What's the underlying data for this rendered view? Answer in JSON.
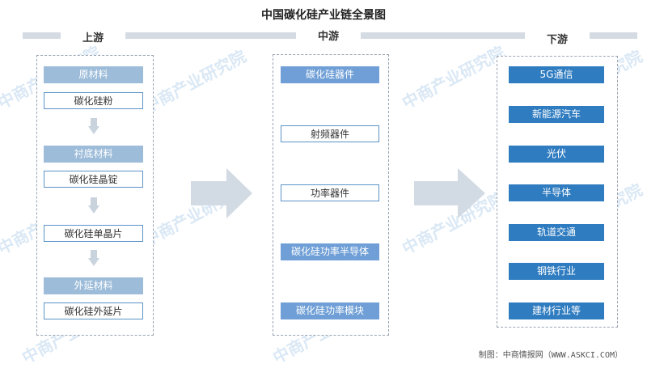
{
  "title": "中国碳化硅产业链全景图",
  "upstream": {
    "label": "上游",
    "items": [
      "原材料",
      "碳化硅粉",
      "衬底材料",
      "碳化硅晶锭",
      "碳化硅单晶片",
      "外延材料",
      "碳化硅外延片"
    ]
  },
  "midstream": {
    "label": "中游",
    "items": [
      "碳化硅器件",
      "射频器件",
      "功率器件",
      "碳化硅功率半导体",
      "碳化硅功率模块"
    ]
  },
  "downstream": {
    "label": "下游",
    "items": [
      "5G通信",
      "新能源汽车",
      "光伏",
      "半导体",
      "轨道交通",
      "钢铁行业",
      "建材行业等"
    ]
  },
  "footer": "制图：中商情报网（WWW.ASKCI.COM）",
  "watermark": "中商产业研究院",
  "colors": {
    "light": "#9cbcd9",
    "outline": "#5b93c8",
    "mid": "#6f9fd6",
    "dark": "#2f7cc0",
    "arrow": "#d2dae4"
  }
}
